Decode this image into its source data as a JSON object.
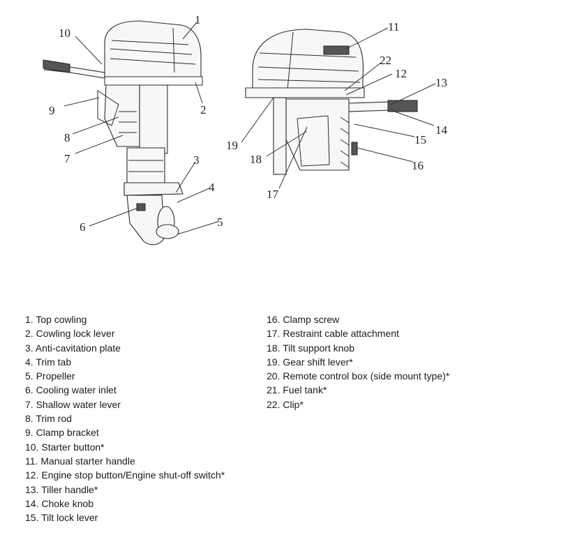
{
  "callouts": [
    "1",
    "2",
    "3",
    "4",
    "5",
    "6",
    "7",
    "8",
    "9",
    "10",
    "11",
    "12",
    "13",
    "14",
    "15",
    "16",
    "17",
    "18",
    "19",
    "22"
  ],
  "legend_left": [
    "1. Top cowling",
    "2. Cowling lock lever",
    "3. Anti-cavitation plate",
    "4. Trim tab",
    "5. Propeller",
    "6. Cooling water inlet",
    "7. Shallow water lever",
    "8. Trim rod",
    "9. Clamp bracket",
    "10. Starter button*",
    "11. Manual starter handle",
    "12. Engine stop button/Engine shut-off switch*",
    "13. Tiller handle*",
    "14. Choke knob",
    "15. Tilt lock lever"
  ],
  "legend_right": [
    "16. Clamp screw",
    "17. Restraint cable attachment",
    "18. Tilt support knob",
    "19. Gear shift lever*",
    "20. Remote control box (side mount type)*",
    "21. Fuel tank*",
    "22. Clip*"
  ]
}
